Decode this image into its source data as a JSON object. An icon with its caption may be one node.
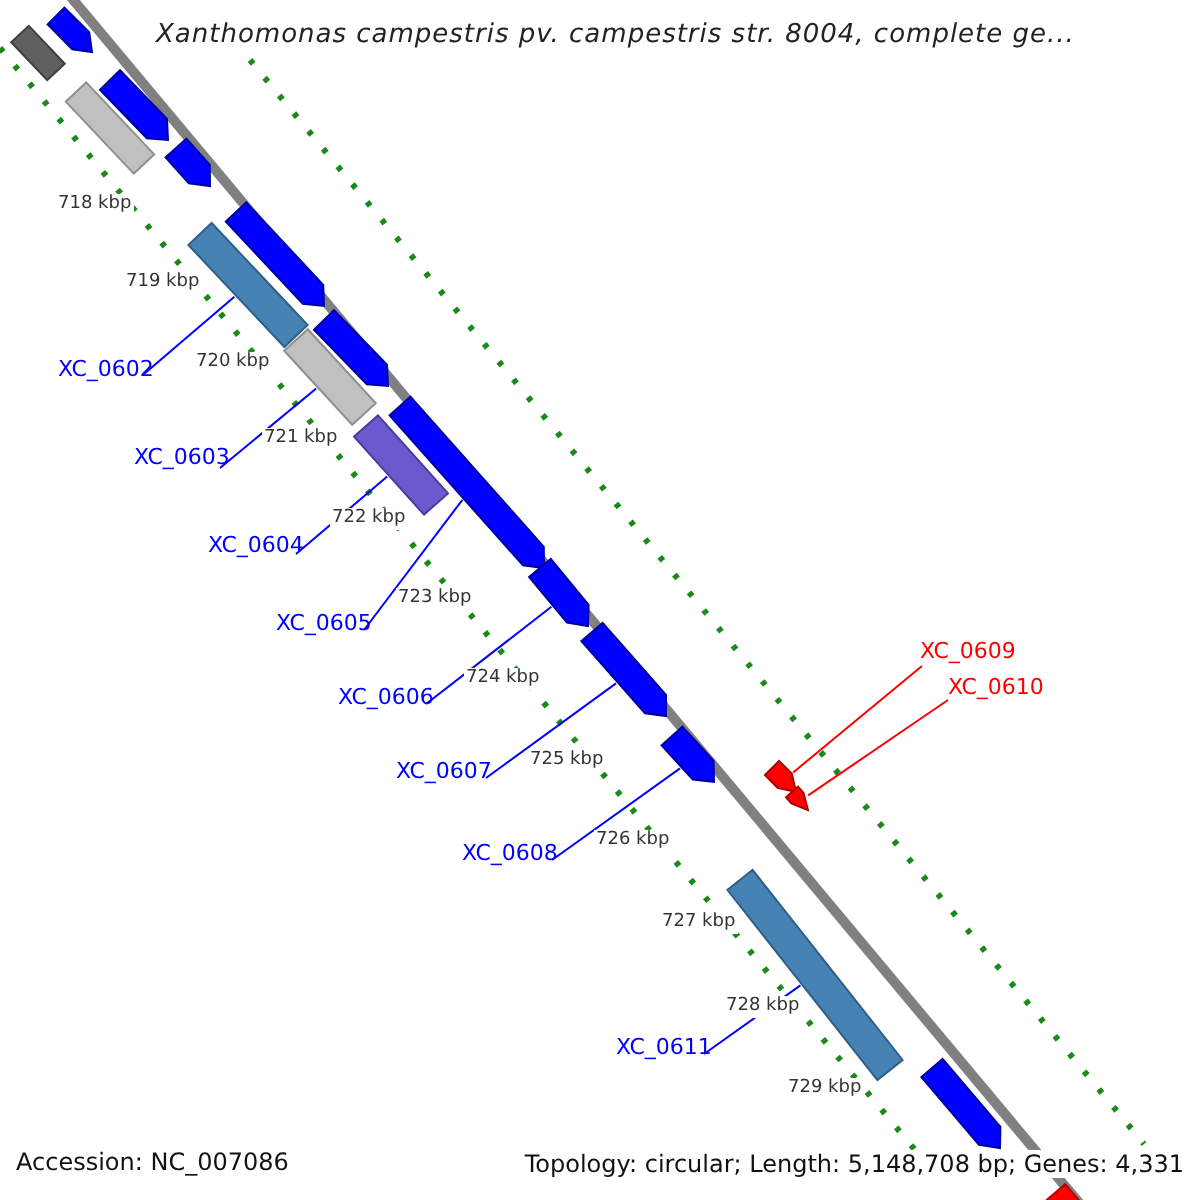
{
  "diagram": {
    "title": "Xanthomonas campestris pv. campestris str. 8004, complete ge...",
    "nodes": [
      {
        "text": [
          "XC_0602"
        ]
      },
      {
        "text": [
          "XC_0603"
        ]
      },
      {
        "text": [
          "XC_0604"
        ]
      },
      {
        "text": [
          "XC_0605"
        ]
      },
      {
        "text": [
          "XC_0606"
        ]
      },
      {
        "text": [
          "XC_0607"
        ]
      },
      {
        "text": [
          "XC_0608"
        ]
      },
      {
        "text": [
          "XC_0609"
        ]
      },
      {
        "text": [
          "XC_0610"
        ]
      },
      {
        "text": [
          "XC_0611"
        ]
      },
      {
        "text": [],
        "shape": "bar"
      },
      {
        "text": [],
        "shape": "bar"
      },
      {
        "text": [],
        "shape": "bar"
      },
      {
        "text": [],
        "shape": "bar"
      },
      {
        "text": [],
        "shape": "bar"
      },
      {
        "text": [],
        "shape": "bar"
      },
      {
        "text": [],
        "shape": "bar"
      },
      {
        "text": [],
        "shape": "bar"
      },
      {
        "text": [],
        "shape": "bar"
      },
      {
        "text": [],
        "shape": "bar"
      },
      {
        "text": [],
        "shape": "bar"
      },
      {
        "text": [],
        "shape": "bar"
      },
      {
        "text": [],
        "shape": "bar"
      },
      {
        "text": [],
        "shape": "bar"
      },
      {
        "text": [],
        "shape": "bar"
      },
      {
        "text": [],
        "shape": "bar"
      },
      {
        "text": [],
        "shape": "bar"
      },
      {
        "text": [],
        "shape": "bar"
      },
      {
        "text": [],
        "shape": "bar"
      }
    ],
    "edges": [
      {
        "from": 0,
        "to": 10,
        "arrow": "none"
      },
      {
        "from": 1,
        "to": 11,
        "arrow": "none"
      },
      {
        "from": 2,
        "to": 12,
        "arrow": "none"
      },
      {
        "from": 3,
        "to": 13,
        "arrow": "none"
      },
      {
        "from": 4,
        "to": 14,
        "arrow": "none"
      },
      {
        "from": 5,
        "to": 15,
        "arrow": "none"
      },
      {
        "from": 6,
        "to": 16,
        "arrow": "none"
      },
      {
        "from": 7,
        "to": 17,
        "arrow": "none",
        "color": "#ff0000"
      },
      {
        "from": 8,
        "to": 18,
        "arrow": "none",
        "color": "#ff0000"
      },
      {
        "from": 9,
        "to": 19,
        "arrow": "none"
      }
    ],
    "labels": [
      "718 kbp",
      "719 kbp",
      "720 kbp",
      "721 kbp",
      "722 kbp",
      "723 kbp",
      "724 kbp",
      "725 kbp",
      "726 kbp",
      "727 kbp",
      "728 kbp",
      "729 kbp",
      "Accession: NC_007086",
      "Topology: circular; Length: 5,148,708 bp; Genes: 4,331"
    ]
  }
}
